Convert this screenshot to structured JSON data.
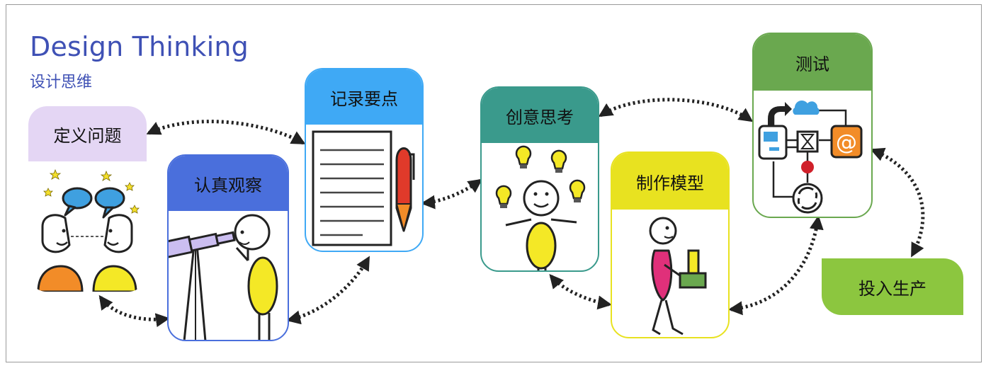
{
  "header": {
    "title": "Design Thinking",
    "subtitle": "设计思维"
  },
  "steps": {
    "define": "定义问题",
    "observe": "认真观察",
    "notes": "记录要点",
    "ideate": "创意思考",
    "prototype": "制作模型",
    "test": "测试",
    "production": "投入生产"
  },
  "colors": {
    "title": "#3f51b5",
    "define": "#e4d6f4",
    "observe": "#4a6fdc",
    "notes": "#3fa9f5",
    "ideate": "#3a9a8c",
    "prototype": "#e8e220",
    "test": "#6aa84f",
    "production": "#8cc63f"
  },
  "icons": {
    "define": "two-people-talking-icon",
    "observe": "person-with-telescope-icon",
    "notes": "document-and-pen-icon",
    "ideate": "person-with-lightbulbs-icon",
    "prototype": "person-carrying-model-icon",
    "test": "testing-flow-diagram-icon"
  }
}
